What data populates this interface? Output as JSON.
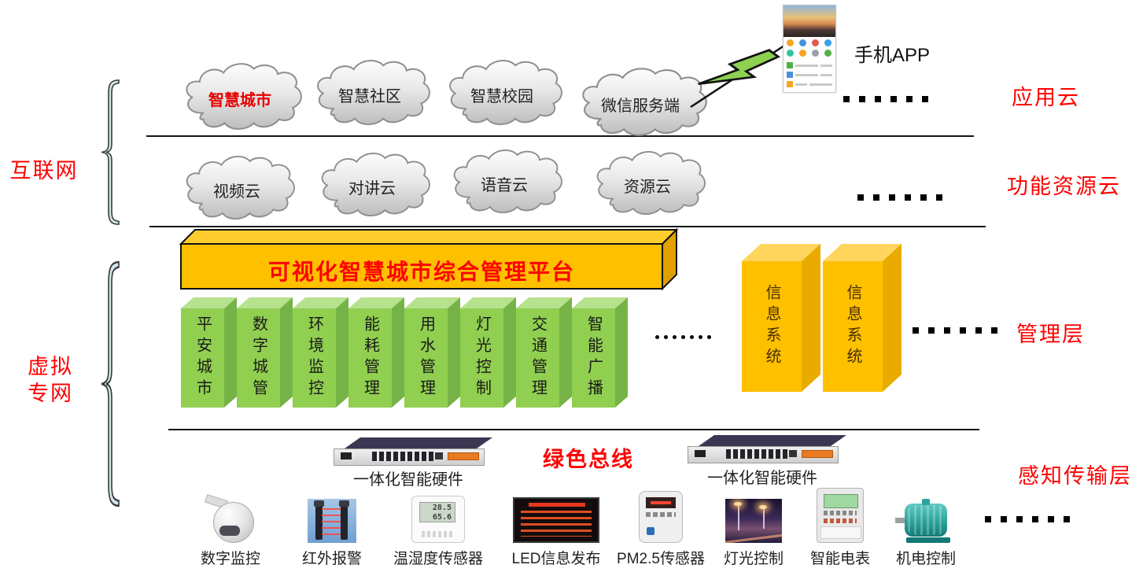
{
  "colors": {
    "accent_red": "#ff0000",
    "platform_orange": "#ffc000",
    "module_green": "#90cf50",
    "brace_fill": "#cfe8ea",
    "bolt_green": "#8ed050"
  },
  "network_sections": {
    "internet": {
      "label": "互联网"
    },
    "virtual_private_network": {
      "label": "虚拟\n专网"
    }
  },
  "app_layer": {
    "name_label": "应用云",
    "clouds": [
      {
        "label": "智慧城市"
      },
      {
        "label": "智慧社区"
      },
      {
        "label": "智慧校园"
      },
      {
        "label": "微信服务端"
      }
    ],
    "phone_label": "手机APP",
    "more_indicator": "……"
  },
  "resource_layer": {
    "name_label": "功能资源云",
    "clouds": [
      {
        "label": "视频云"
      },
      {
        "label": "对讲云"
      },
      {
        "label": "语音云"
      },
      {
        "label": "资源云"
      }
    ],
    "more_indicator": "……"
  },
  "management_layer": {
    "name_label": "管理层",
    "platform_title": "可视化智慧城市综合管理平台",
    "modules": [
      "平安城市",
      "数字城管",
      "环境监控",
      "能耗管理",
      "用水管理",
      "灯光控制",
      "交通管理",
      "智能广播"
    ],
    "modules_more_indicator": "……",
    "info_systems": [
      "信息系统",
      "信息系统"
    ],
    "info_more_indicator": "……"
  },
  "perception_layer": {
    "name_label": "感知传输层",
    "bus_label": "绿色总线",
    "gateways": [
      {
        "label": "一体化智能硬件"
      },
      {
        "label": "一体化智能硬件"
      }
    ],
    "devices": [
      {
        "label": "数字监控"
      },
      {
        "label": "红外报警"
      },
      {
        "label": "温湿度传感器",
        "screen_line1": "28.5",
        "screen_line2": "65.6"
      },
      {
        "label": "LED信息发布"
      },
      {
        "label": "PM2.5传感器"
      },
      {
        "label": "灯光控制"
      },
      {
        "label": "智能电表"
      },
      {
        "label": "机电控制"
      }
    ],
    "more_indicator": "……"
  }
}
